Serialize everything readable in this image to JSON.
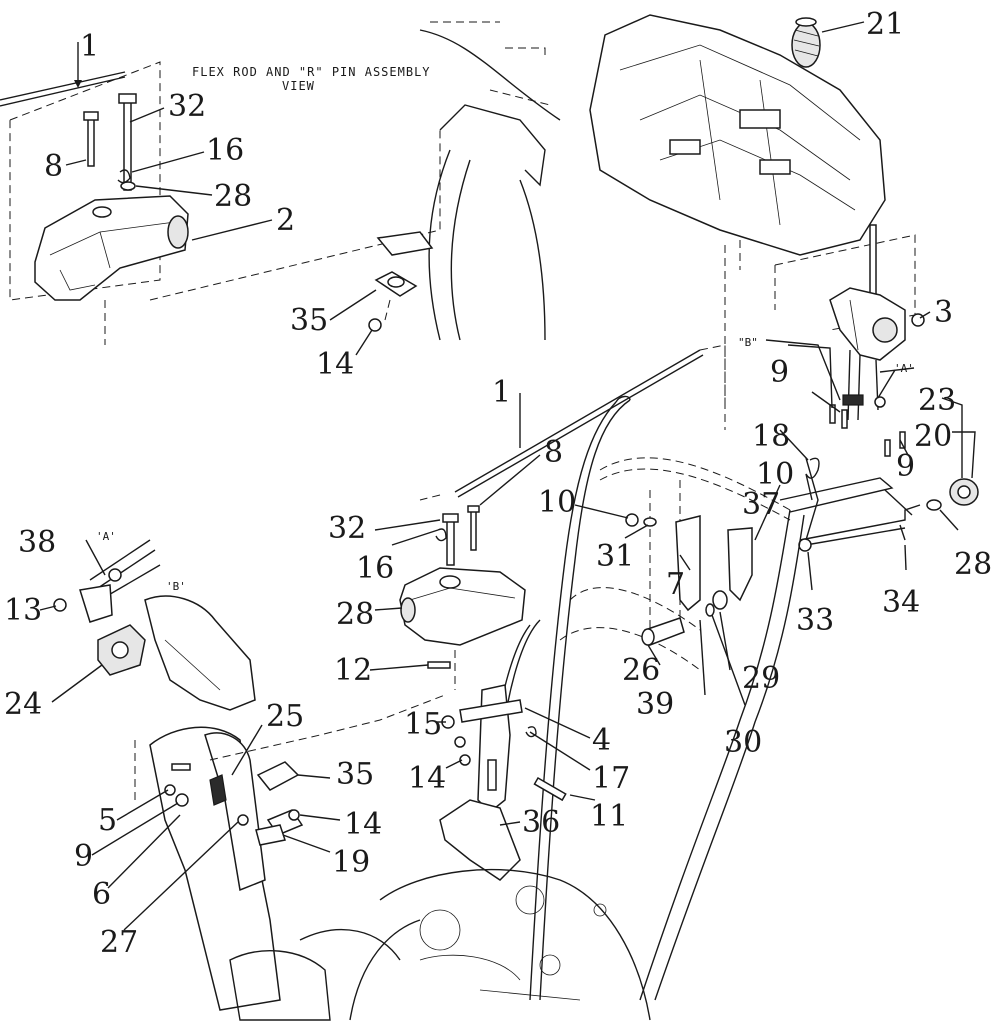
{
  "diagram": {
    "note_lines": [
      "FLEX ROD AND \"R\" PIN ASSEMBLY",
      "VIEW"
    ],
    "cable_marks": {
      "a": "'A'",
      "b": "\"B\"",
      "a2": "'A'",
      "b2": "'B'"
    },
    "callouts": {
      "c1_top": "1",
      "c32_top": "32",
      "c8_top": "8",
      "c16_top": "16",
      "c28_top": "28",
      "c2": "2",
      "c35_top": "35",
      "c14_top": "14",
      "c21": "21",
      "c3": "3",
      "c9a": "9",
      "c9b": "9",
      "c23": "23",
      "c20": "20",
      "c28_right": "28",
      "c18": "18",
      "c10_right": "10",
      "c37": "37",
      "c33": "33",
      "c34": "34",
      "c1_mid": "1",
      "c8_mid": "8",
      "c10_mid": "10",
      "c32_mid": "32",
      "c16_mid": "16",
      "c31": "31",
      "c7": "7",
      "c28_mid": "28",
      "c26": "26",
      "c29": "29",
      "c39": "39",
      "c30": "30",
      "c12": "12",
      "c15": "15",
      "c4": "4",
      "c14_mid": "14",
      "c17": "17",
      "c11": "11",
      "c36": "36",
      "c38": "38",
      "c13": "13",
      "c24": "24",
      "c25": "25",
      "c5": "5",
      "c9_left": "9",
      "c6": "6",
      "c27": "27",
      "c35_low": "35",
      "c14_low": "14",
      "c19": "19"
    }
  }
}
